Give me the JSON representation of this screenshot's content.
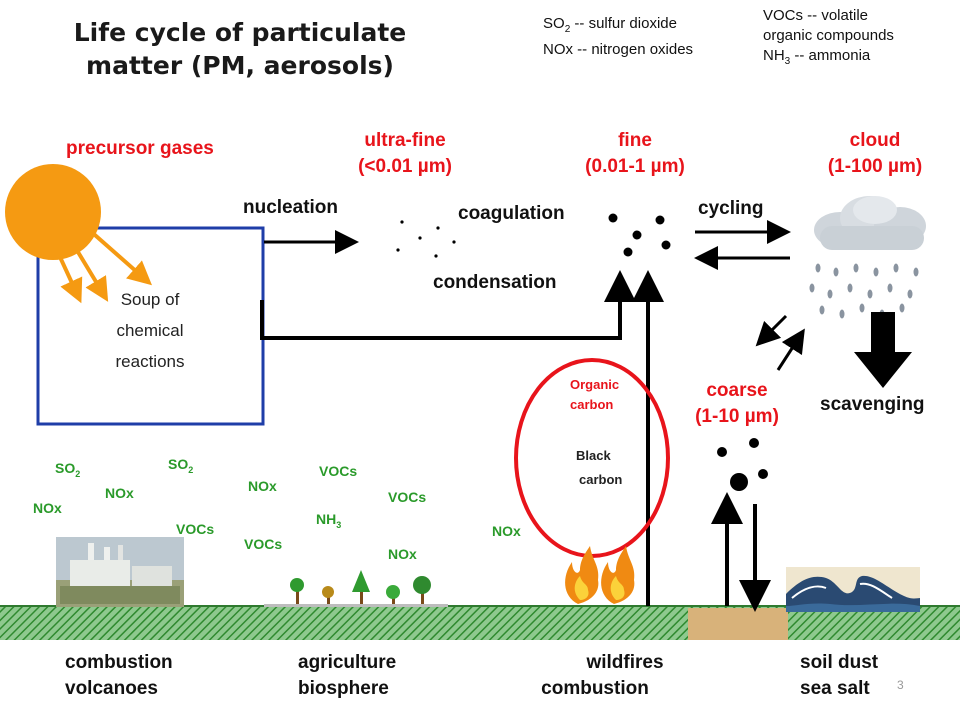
{
  "title_lines": [
    "Life cycle of particulate",
    "matter (PM, aerosols)"
  ],
  "legend_left": [
    "SO2 -- sulfur dioxide",
    "NOx -- nitrogen oxides"
  ],
  "legend_right": [
    "VOCs -- volatile",
    "organic compounds",
    "NH3 -- ammonia"
  ],
  "stages": {
    "precursor": "precursor gases",
    "ultrafine_label": "ultra-fine",
    "ultrafine_size": "(<0.01 µm)",
    "fine_label": "fine",
    "fine_size": "(0.01-1 µm)",
    "cloud_label": "cloud",
    "cloud_size": "(1-100 µm)",
    "coarse_label": "coarse",
    "coarse_size": "(1-10 µm)"
  },
  "processes": {
    "nucleation": "nucleation",
    "coagulation": "coagulation",
    "condensation": "condensation",
    "cycling": "cycling",
    "scavenging": "scavenging"
  },
  "soup_lines": [
    "Soup of",
    "chemical",
    "reactions"
  ],
  "carbon": {
    "organic": [
      "Organic",
      "carbon"
    ],
    "black": [
      "Black",
      "carbon"
    ]
  },
  "emissions": {
    "so2": "SO",
    "so2_sub": "2",
    "nox": "NOx",
    "vocs": "VOCs",
    "nh3": "NH",
    "nh3_sub": "3"
  },
  "sources": {
    "combustion_volcanoes": [
      "combustion",
      "volcanoes"
    ],
    "agriculture_biosphere": [
      "agriculture",
      "biosphere"
    ],
    "wildfires_combustion": [
      "wildfires",
      "combustion"
    ],
    "soildust_seasalt": [
      "soil dust",
      "sea salt"
    ]
  },
  "slide_number": "3",
  "colors": {
    "accent_red": "#e8141b",
    "emission_green": "#2a9a2a",
    "box_blue": "#1f3ea8",
    "sun_orange": "#f59a12"
  }
}
